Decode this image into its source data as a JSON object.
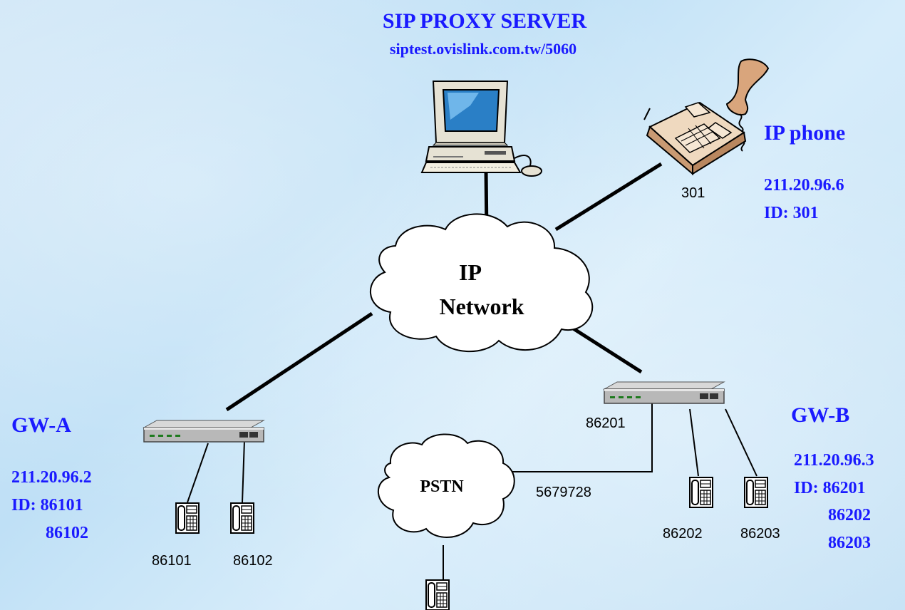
{
  "server": {
    "title": "SIP PROXY SERVER",
    "address": "siptest.ovislink.com.tw/5060"
  },
  "network": {
    "line1": "IP",
    "line2": "Network"
  },
  "ip_phone": {
    "title": "IP phone",
    "ip": "211.20.96.6",
    "id": "ID: 301",
    "ext": "301"
  },
  "gw_a": {
    "title": "GW-A",
    "ip": "211.20.96.2",
    "id_line": "ID: 86101",
    "id2": "86102",
    "ext1": "86101",
    "ext2": "86102"
  },
  "gw_b": {
    "title": "GW-B",
    "ip": "211.20.96.3",
    "id_line": "ID: 86201",
    "id2": "86202",
    "id3": "86203",
    "port": "86201",
    "ext2": "86202",
    "ext3": "86203"
  },
  "pstn": {
    "label": "PSTN",
    "number": "5679728"
  }
}
